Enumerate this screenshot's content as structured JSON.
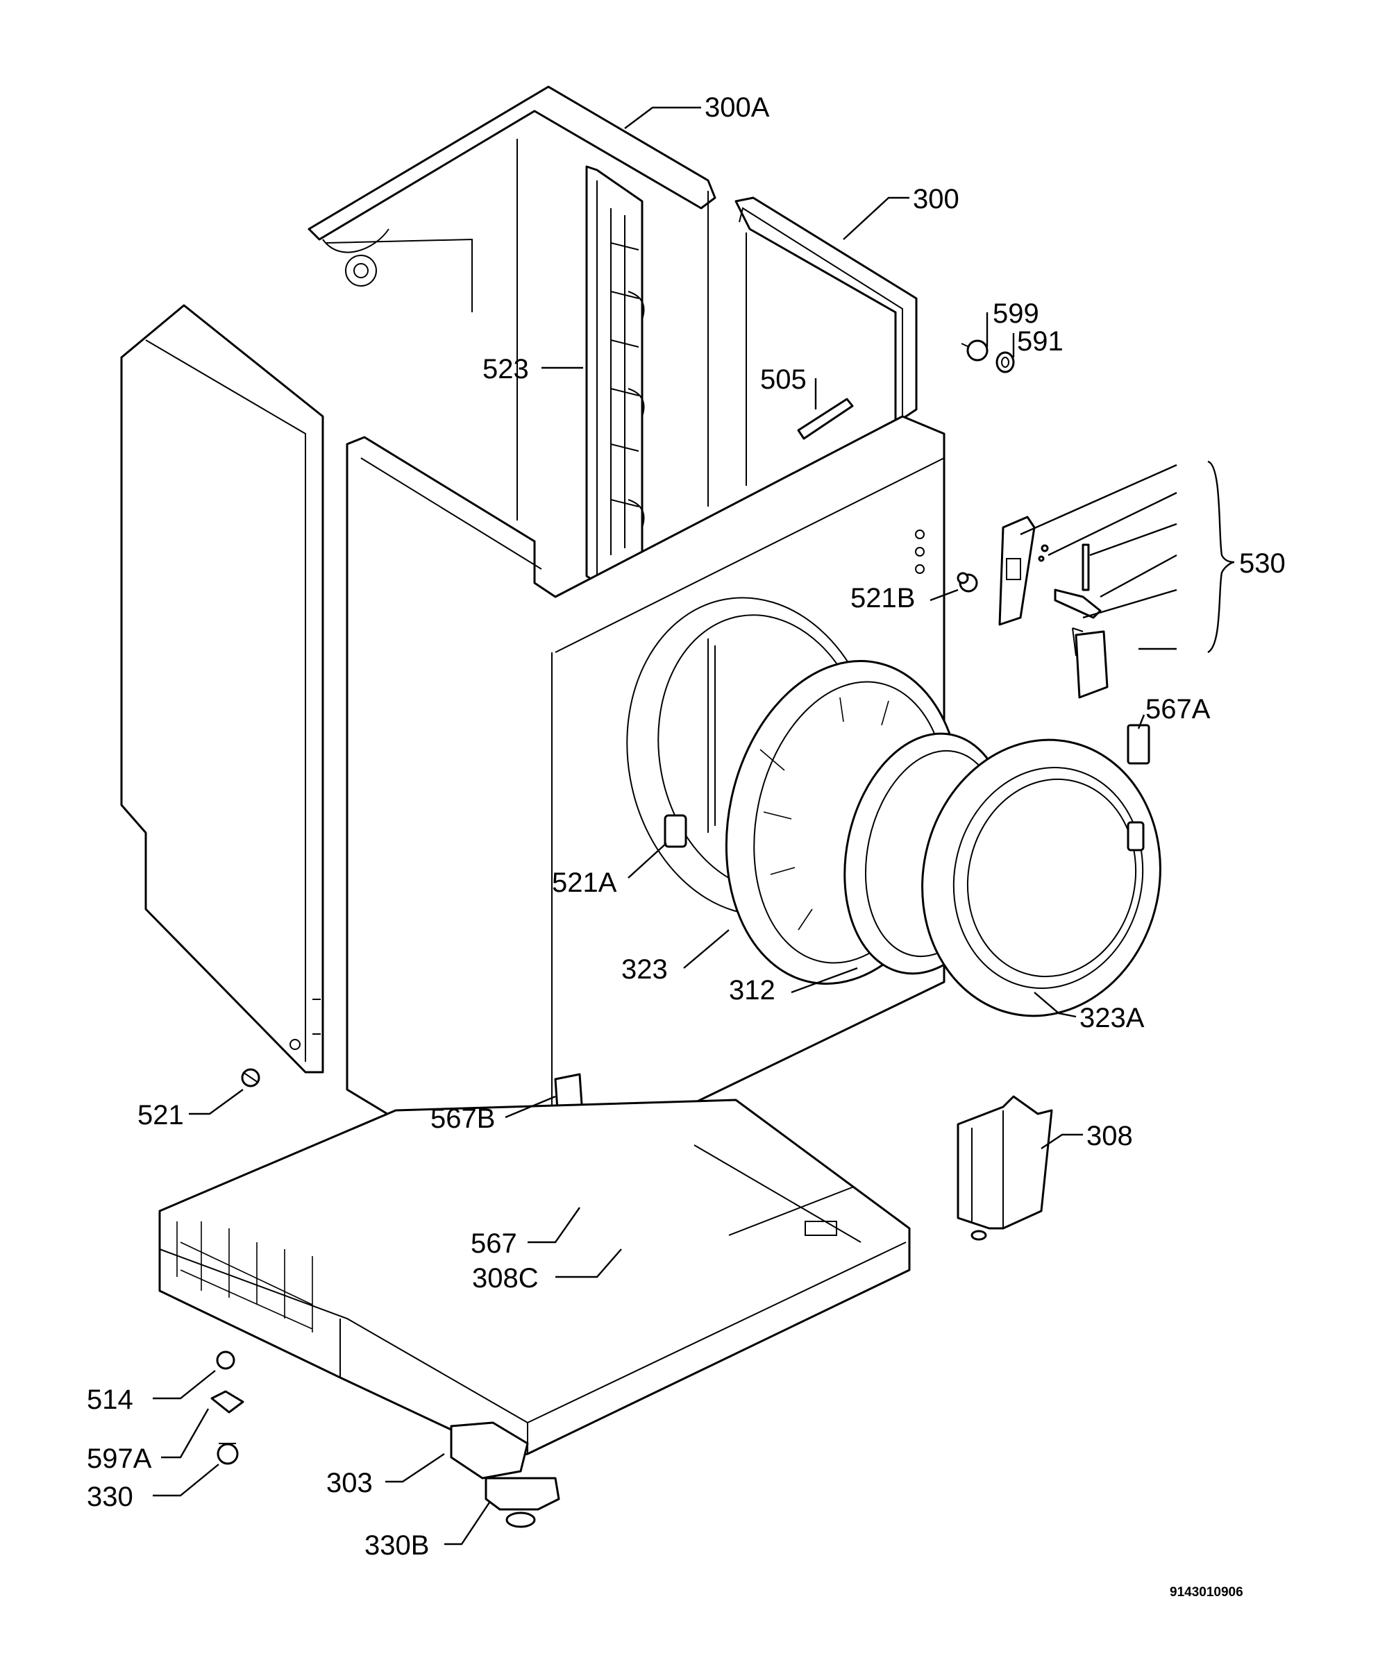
{
  "labels": {
    "l300A": "300A",
    "l300": "300",
    "l599": "599",
    "l591": "591",
    "l523": "523",
    "l505": "505",
    "l530": "530",
    "l521B": "521B",
    "l567A": "567A",
    "l521A": "521A",
    "l323": "323",
    "l312": "312",
    "l323A": "323A",
    "l521": "521",
    "l567B": "567B",
    "l308": "308",
    "l567": "567",
    "l308C": "308C",
    "l514": "514",
    "l597A": "597A",
    "l330": "330",
    "l303": "303",
    "l330B": "330B"
  },
  "drawing_code": "9143010906"
}
